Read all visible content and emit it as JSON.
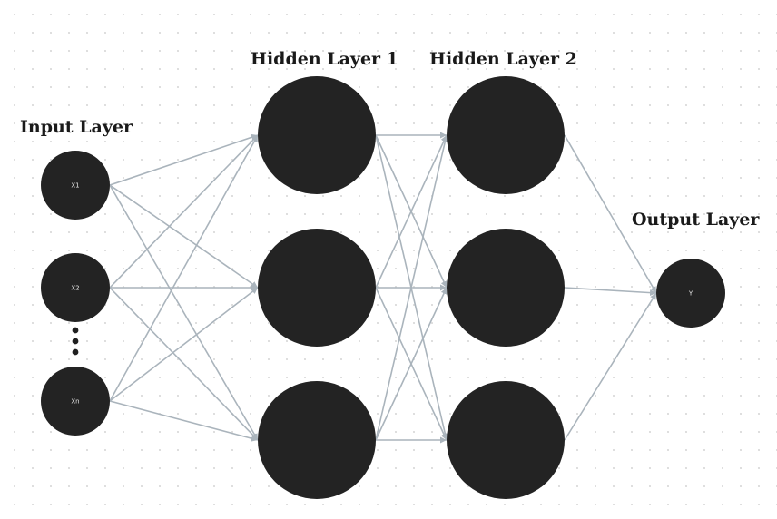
{
  "layers": {
    "input": {
      "title": "Input Layer",
      "nodes": [
        "X1",
        "X2",
        "Xn"
      ]
    },
    "hidden1": {
      "title": "Hidden Layer 1"
    },
    "hidden2": {
      "title": "Hidden Layer 2"
    },
    "output": {
      "title": "Output Layer",
      "nodes": [
        "Y"
      ]
    }
  },
  "colors": {
    "node_fill": "#232323",
    "edge_stroke": "#aab4bc",
    "title_text": "#1a1a1a"
  }
}
